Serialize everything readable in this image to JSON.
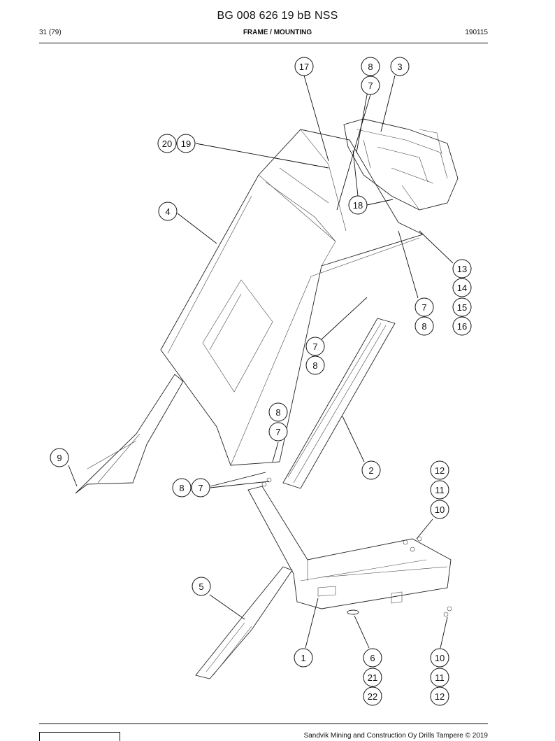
{
  "header": {
    "doc_id": "BG 008 626 19 bB NSS",
    "page": "31 (79)",
    "section": "FRAME / MOUNTING",
    "date": "190115"
  },
  "callouts": [
    {
      "id": "c-17",
      "label": "17"
    },
    {
      "id": "c-8a",
      "label": "8"
    },
    {
      "id": "c-3",
      "label": "3"
    },
    {
      "id": "c-7a",
      "label": "7"
    },
    {
      "id": "c-20",
      "label": "20"
    },
    {
      "id": "c-19",
      "label": "19"
    },
    {
      "id": "c-18",
      "label": "18"
    },
    {
      "id": "c-4",
      "label": "4"
    },
    {
      "id": "c-13",
      "label": "13"
    },
    {
      "id": "c-14",
      "label": "14"
    },
    {
      "id": "c-7b",
      "label": "7"
    },
    {
      "id": "c-15",
      "label": "15"
    },
    {
      "id": "c-8b",
      "label": "8"
    },
    {
      "id": "c-16",
      "label": "16"
    },
    {
      "id": "c-7c",
      "label": "7"
    },
    {
      "id": "c-8c",
      "label": "8"
    },
    {
      "id": "c-8d",
      "label": "8"
    },
    {
      "id": "c-7d",
      "label": "7"
    },
    {
      "id": "c-9",
      "label": "9"
    },
    {
      "id": "c-8e",
      "label": "8"
    },
    {
      "id": "c-7e",
      "label": "7"
    },
    {
      "id": "c-2",
      "label": "2"
    },
    {
      "id": "c-12a",
      "label": "12"
    },
    {
      "id": "c-11a",
      "label": "11"
    },
    {
      "id": "c-10a",
      "label": "10"
    },
    {
      "id": "c-5",
      "label": "5"
    },
    {
      "id": "c-1",
      "label": "1"
    },
    {
      "id": "c-6",
      "label": "6"
    },
    {
      "id": "c-10b",
      "label": "10"
    },
    {
      "id": "c-21",
      "label": "21"
    },
    {
      "id": "c-11b",
      "label": "11"
    },
    {
      "id": "c-22",
      "label": "22"
    },
    {
      "id": "c-12b",
      "label": "12"
    }
  ],
  "footer": {
    "copyright": "Sandvik Mining and Construction Oy Drills Tampere © 2019"
  }
}
